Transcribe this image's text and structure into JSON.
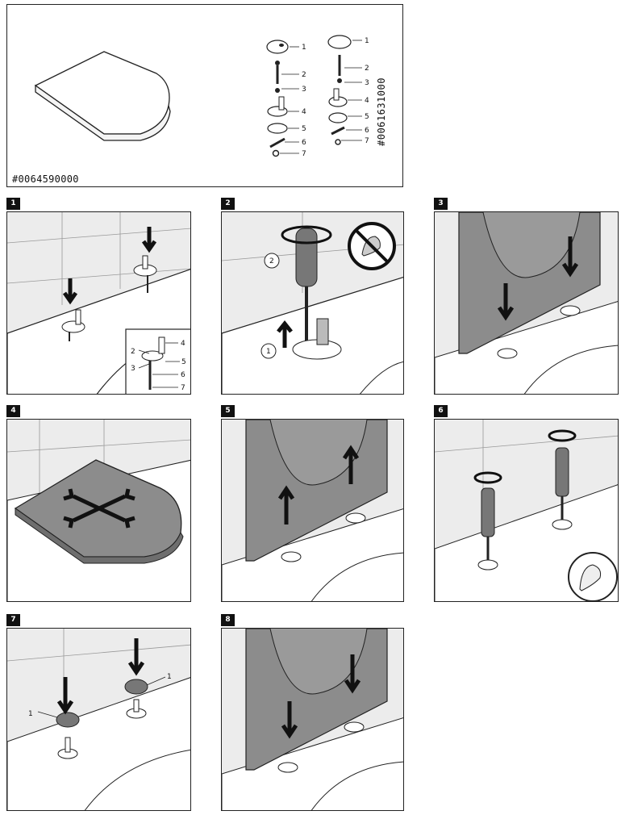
{
  "overview": {
    "article_a": "#0064590000",
    "article_b": "#0061631000",
    "parts_a": [
      "1",
      "2",
      "3",
      "4",
      "5",
      "6",
      "7"
    ],
    "parts_b": [
      "1",
      "2",
      "3",
      "4",
      "5",
      "6",
      "7"
    ]
  },
  "steps": [
    {
      "number": "1",
      "callouts": [
        "2",
        "3",
        "4",
        "5",
        "6",
        "7"
      ]
    },
    {
      "number": "2",
      "callouts": [
        "1",
        "2"
      ]
    },
    {
      "number": "3"
    },
    {
      "number": "4"
    },
    {
      "number": "5"
    },
    {
      "number": "6"
    },
    {
      "number": "7",
      "callouts": [
        "1",
        "1"
      ]
    },
    {
      "number": "8"
    }
  ],
  "colors": {
    "line": "#222222",
    "seat_fill": "#8c8c8c",
    "wall_fill": "#e8e8e8",
    "arrow": "#1a1a1a"
  }
}
